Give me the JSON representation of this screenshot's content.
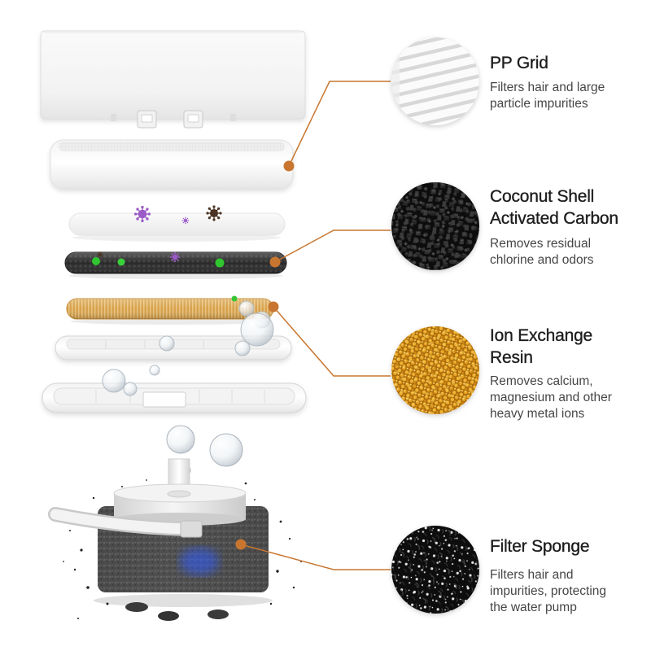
{
  "colors": {
    "accent": "#c8762f"
  },
  "callouts": [
    {
      "title": [
        "PP Grid"
      ],
      "description": [
        "Filters hair and large",
        "particle impurities"
      ]
    },
    {
      "title": [
        "Coconut Shell",
        "Activated Carbon"
      ],
      "description": [
        "Removes residual",
        "chlorine and odors"
      ]
    },
    {
      "title": [
        "Ion Exchange",
        "Resin"
      ],
      "description": [
        "Removes calcium,",
        "magnesium and other",
        "heavy metal ions"
      ]
    },
    {
      "title": [
        "Filter Sponge"
      ],
      "description": [
        "Filters hair and",
        "impurities, protecting",
        "the water pump"
      ]
    }
  ]
}
